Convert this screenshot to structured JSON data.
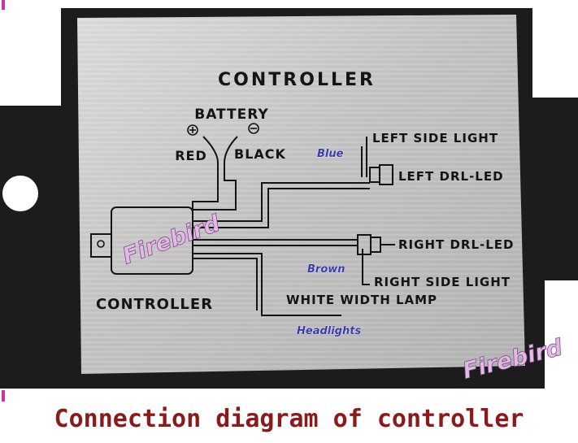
{
  "plate": {
    "title": "CONTROLLER",
    "battery_label": "BATTERY",
    "red_label": "RED",
    "black_label": "BLACK",
    "controller_label": "CONTROLLER",
    "left_side_light": "LEFT  SIDE  LIGHT",
    "left_drl": "LEFT  DRL-LED",
    "right_drl": "RIGHT  DRL-LED",
    "right_side_light": "RIGHT  SIDE  LIGHT",
    "white_width_lamp": "WHITE  WIDTH  LAMP"
  },
  "annotations": {
    "blue": "Blue",
    "brown": "Brown",
    "headlights": "Headlights"
  },
  "watermark": "Firebird",
  "caption": "Connection diagram of controller",
  "colors": {
    "plate": "#c9c9c9",
    "frame": "#1c1c1c",
    "caption": "#8b1a1a",
    "annotation": "#3a3aa8",
    "watermark": "#e6b8e8"
  }
}
